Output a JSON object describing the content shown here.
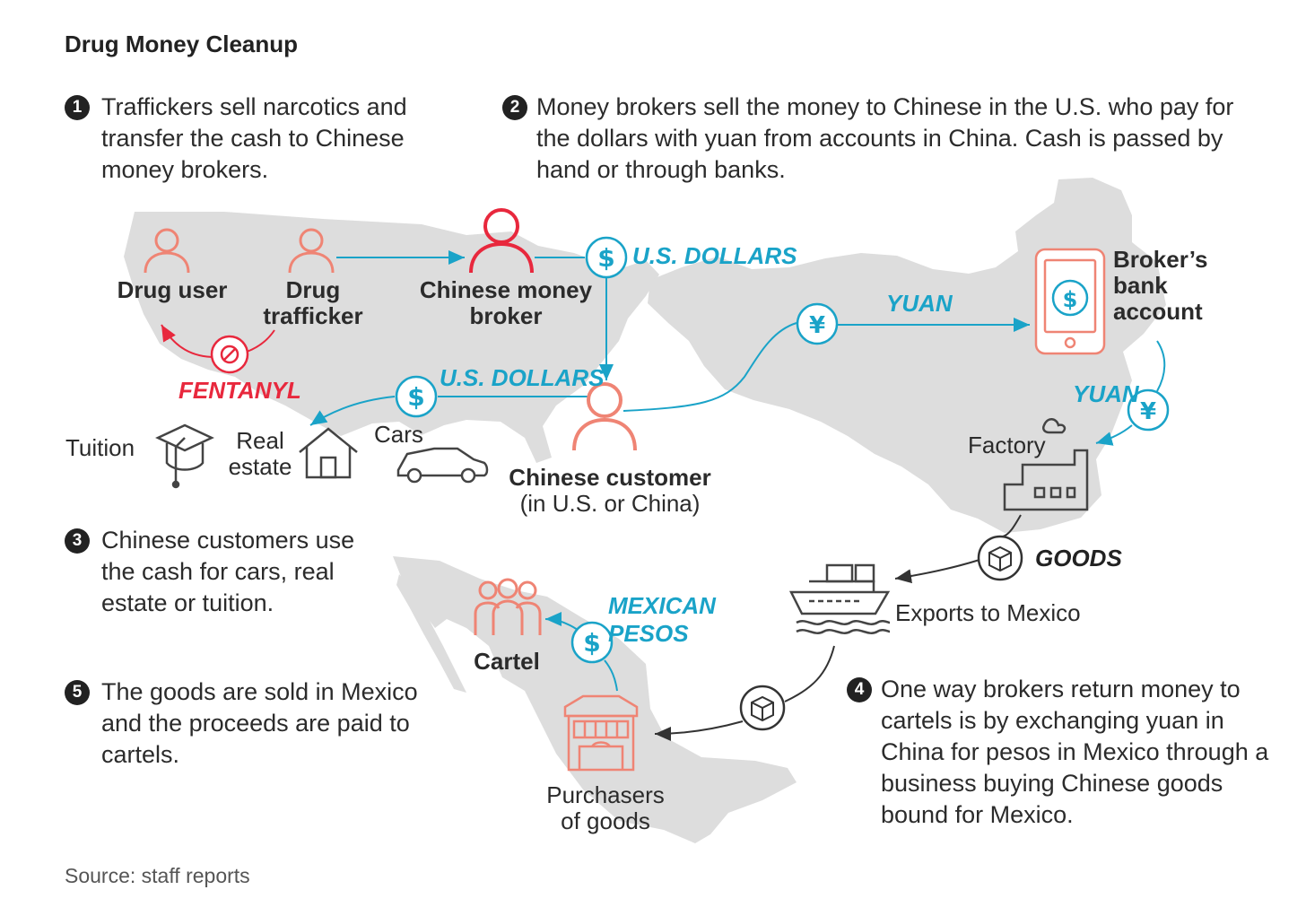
{
  "title": "Drug Money Cleanup",
  "steps": [
    {
      "num": "1",
      "text": "Traffickers sell narcotics and transfer the cash to Chinese money brokers."
    },
    {
      "num": "2",
      "text": "Money brokers sell the money to Chinese in the U.S. who pay for the dollars with yuan from accounts in China. Cash is passed by hand or through banks."
    },
    {
      "num": "3",
      "text": "Chinese customers use the cash for cars, real estate or tuition."
    },
    {
      "num": "4",
      "text": "One way brokers return money to cartels is by exchanging yuan in China for pesos in Mexico through a business buying Chinese goods bound for Mexico."
    },
    {
      "num": "5",
      "text": "The goods are sold in Mexico and the proceeds are paid to cartels."
    }
  ],
  "actors": {
    "drug_user": "Drug user",
    "drug_trafficker": "Drug trafficker",
    "chinese_broker": "Chinese money broker",
    "chinese_customer": "Chinese customer",
    "chinese_customer_note": "(in U.S. or China)",
    "brokers_bank": "Broker’s bank account",
    "factory": "Factory",
    "exports": "Exports to Mexico",
    "cartel": "Cartel",
    "purchasers": "Purchasers of goods",
    "tuition": "Tuition",
    "real_estate": "Real estate",
    "cars": "Cars"
  },
  "flows": {
    "fentanyl": "FENTANYL",
    "usd_1": "U.S. DOLLARS",
    "usd_2": "U.S. DOLLARS",
    "yuan_1": "YUAN",
    "yuan_2": "YUAN",
    "goods": "GOODS",
    "pesos": "MEXICAN PESOS"
  },
  "source": "Source: staff reports",
  "colors": {
    "map_gray": "#dddddd",
    "salmon": "#ef8474",
    "red": "#e8283d",
    "teal": "#1aa3c8",
    "dark": "#333333"
  },
  "icons": [
    "person-icon",
    "dollar-icon",
    "yuan-icon",
    "prohibited-icon",
    "phone-icon",
    "graduation-cap-icon",
    "house-icon",
    "car-icon",
    "factory-icon",
    "box-icon",
    "ship-icon",
    "store-icon",
    "group-icon"
  ]
}
